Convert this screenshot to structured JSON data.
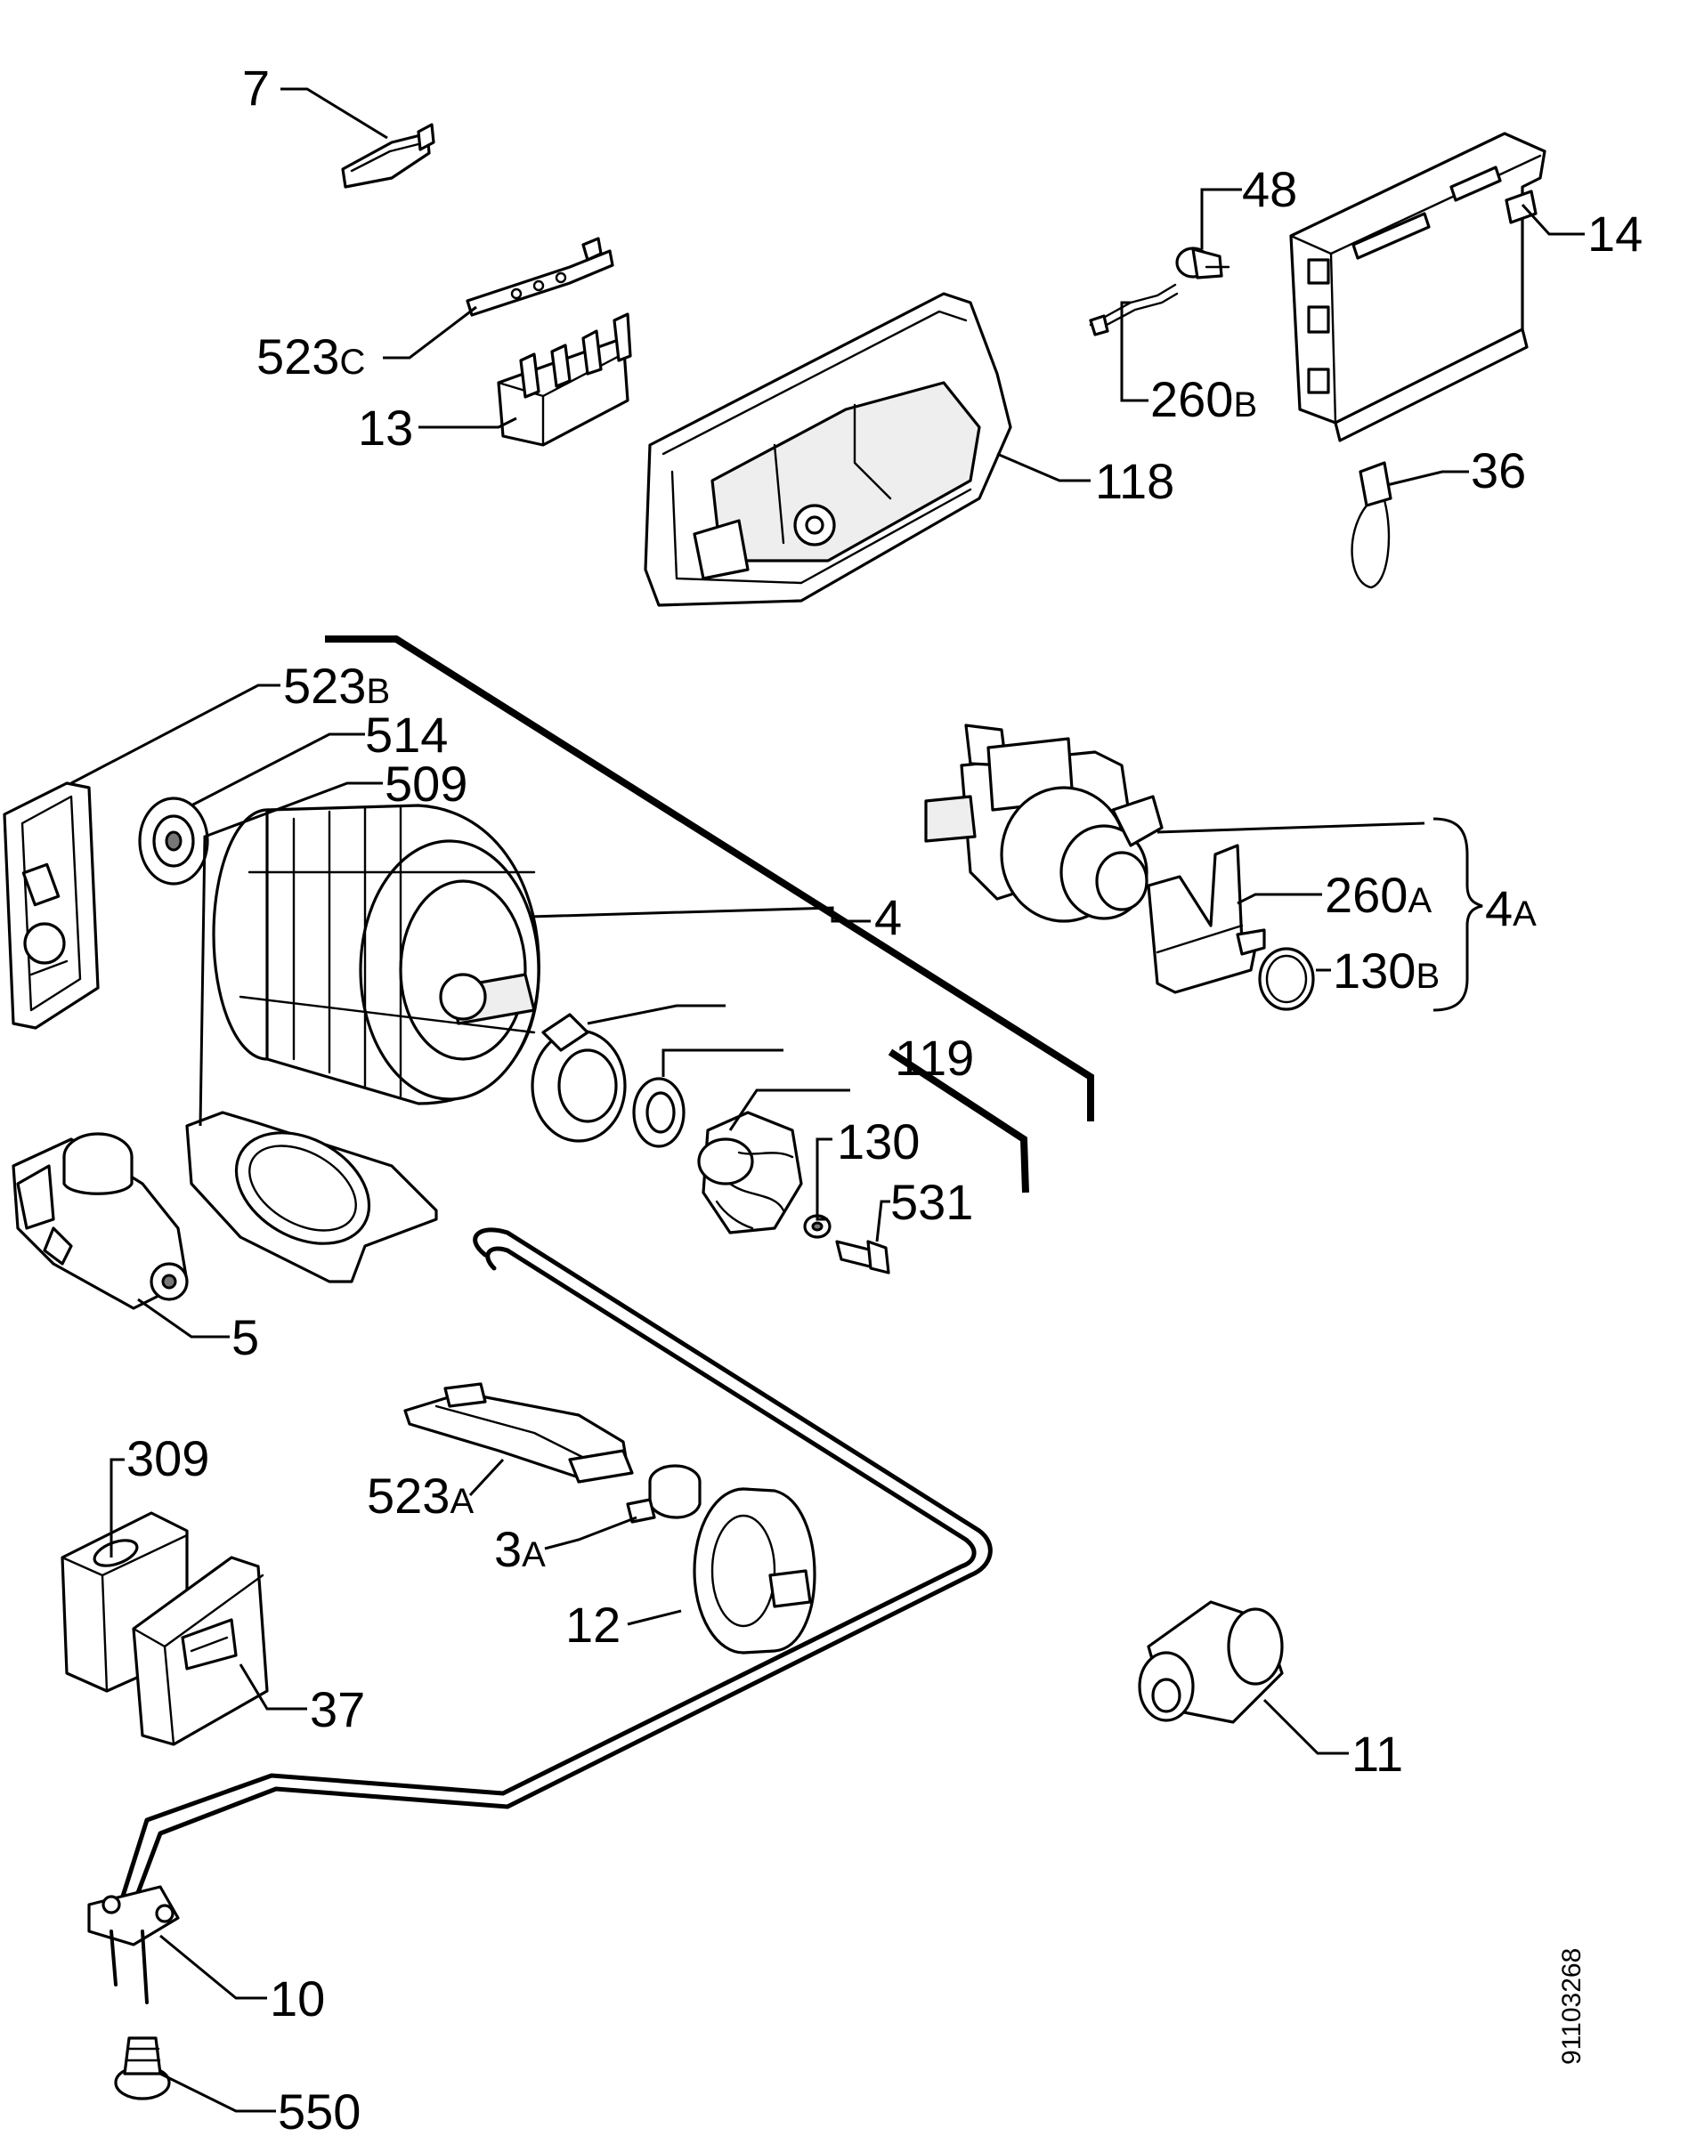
{
  "callouts": [
    {
      "id": "p7",
      "text": "7"
    },
    {
      "id": "p523c",
      "text": "523",
      "sub": "C"
    },
    {
      "id": "p13",
      "text": "13"
    },
    {
      "id": "p48",
      "text": "48"
    },
    {
      "id": "p14",
      "text": "14"
    },
    {
      "id": "p260b",
      "text": "260",
      "sub": "B"
    },
    {
      "id": "p118",
      "text": "118"
    },
    {
      "id": "p36",
      "text": "36"
    },
    {
      "id": "p523b",
      "text": "523",
      "sub": "B"
    },
    {
      "id": "p514",
      "text": "514"
    },
    {
      "id": "p509",
      "text": "509"
    },
    {
      "id": "p4",
      "text": "4"
    },
    {
      "id": "p260a",
      "text": "260",
      "sub": "A"
    },
    {
      "id": "p4a",
      "text": "4",
      "sub": "A"
    },
    {
      "id": "p130b",
      "text": "130",
      "sub": "B"
    },
    {
      "id": "p119",
      "text": "119"
    },
    {
      "id": "p130",
      "text": "130"
    },
    {
      "id": "p531",
      "text": "531"
    },
    {
      "id": "p5",
      "text": "5"
    },
    {
      "id": "p309",
      "text": "309"
    },
    {
      "id": "p523a",
      "text": "523",
      "sub": "A"
    },
    {
      "id": "p3a",
      "text": "3",
      "sub": "A"
    },
    {
      "id": "p12",
      "text": "12"
    },
    {
      "id": "p37",
      "text": "37"
    },
    {
      "id": "p11",
      "text": "11"
    },
    {
      "id": "p10",
      "text": "10"
    },
    {
      "id": "p550",
      "text": "550"
    }
  ],
  "document_number": "91103268"
}
